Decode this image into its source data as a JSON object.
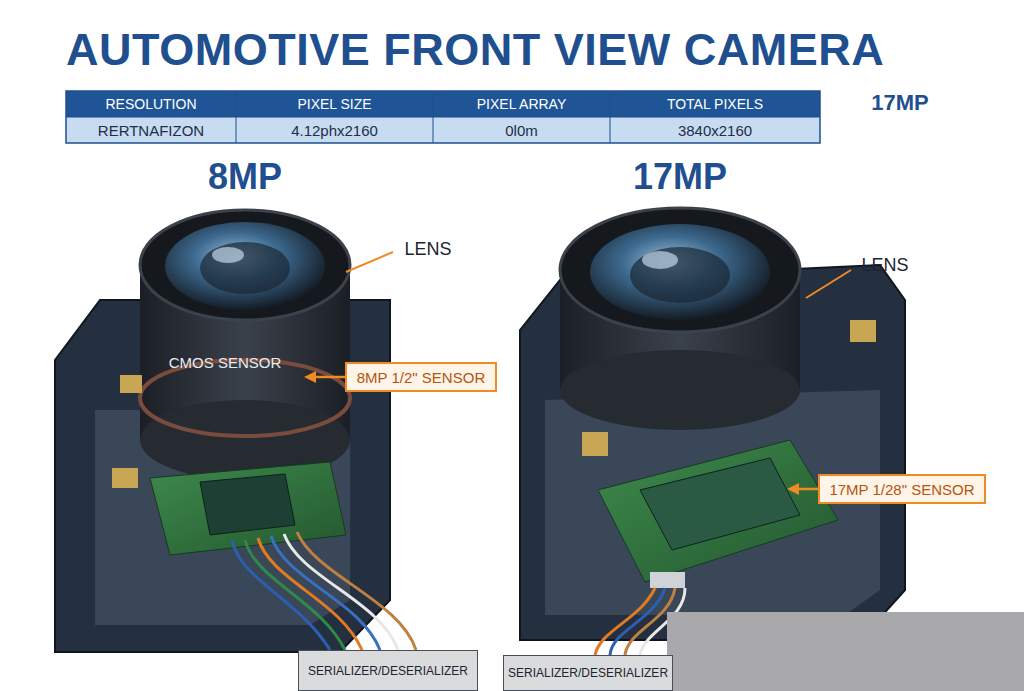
{
  "diagram": {
    "title": "AUTOMOTIVE FRONT VIEW CAMERA",
    "nodes": [
      {
        "text": [
          "8MP 1/2\" SENSOR"
        ]
      },
      {
        "text": [
          "17MP 1/28\" SENSOR"
        ]
      },
      {
        "text": [
          "SERIALIZER/DESERIALIZER"
        ]
      },
      {
        "text": [
          "SERIALIZER/DESERIALIZER"
        ]
      }
    ],
    "labels": [
      "RESOLUTION",
      "PIXEL SIZE",
      "PIXEL ARRAY",
      "TOTAL PIXELS",
      "RERTNAFIZON",
      "4.12phx2160",
      "0l0m",
      "3840x2160",
      "17MP",
      "8MP",
      "17MP",
      "LENS",
      "CMOS SENSOR",
      "LENS"
    ]
  }
}
